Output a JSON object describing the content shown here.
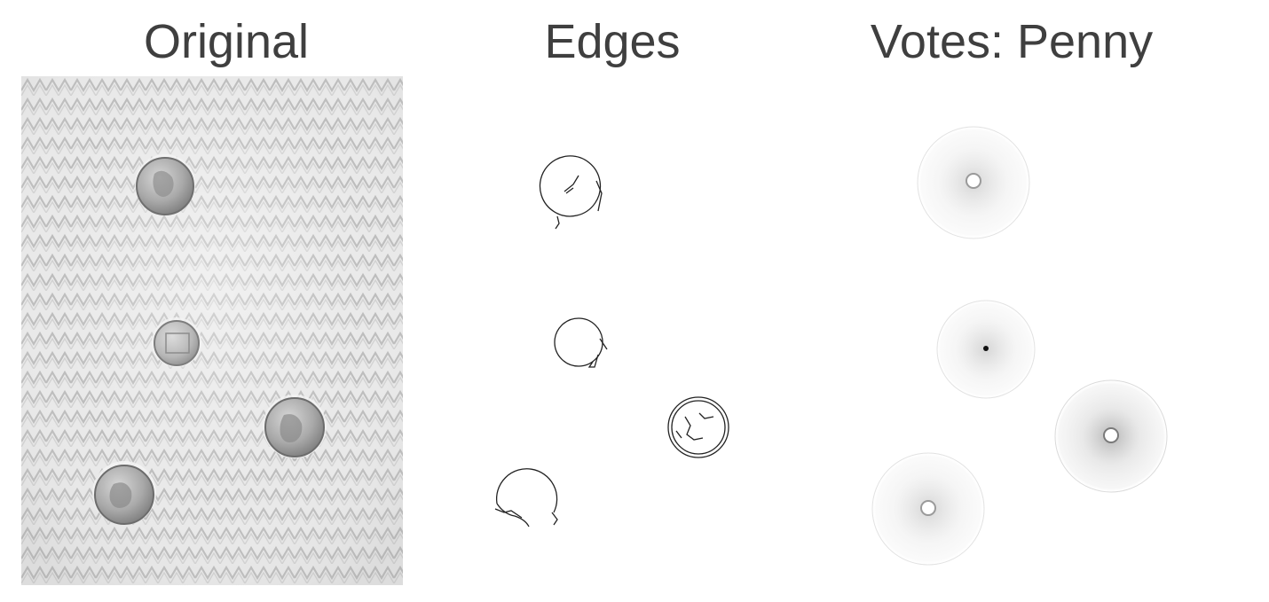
{
  "titles": {
    "original": "Original",
    "edges": "Edges",
    "votes": "Votes: Penny"
  },
  "panels": {
    "original": {
      "description_icon": "photo-of-coins-on-herringbone-fabric",
      "background_color": "#e6e6e6",
      "coins": [
        {
          "kind": "quarter"
        },
        {
          "kind": "penny"
        },
        {
          "kind": "quarter"
        },
        {
          "kind": "quarter"
        }
      ]
    },
    "edges": {
      "stroke_color": "#222222",
      "circles": 4
    },
    "votes": {
      "accumulator_color": "#8a8a8a",
      "peak_color": "#111111",
      "blobs": 4
    }
  }
}
